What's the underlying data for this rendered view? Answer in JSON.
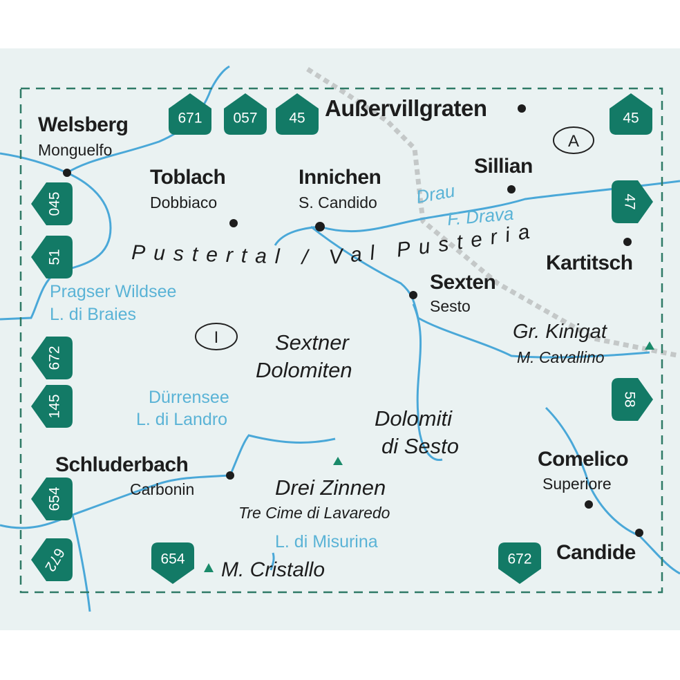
{
  "colors": {
    "map_background": "#eaf2f2",
    "river": "#4aa8d8",
    "shield": "#137a66",
    "border_dash": "#2e7a66",
    "state_border": "#c8cccc",
    "text": "#1d1d1d",
    "water_text": "#5ab3d6"
  },
  "shields": {
    "top": [
      "671",
      "057",
      "45"
    ],
    "top_right": "45",
    "left": [
      "045",
      "51",
      "672",
      "145",
      "654",
      "672"
    ],
    "right": [
      "47",
      "58"
    ],
    "bottom": [
      "654",
      "672"
    ]
  },
  "country_codes": {
    "austria": "A",
    "italy": "I"
  },
  "places": {
    "ausservillgraten": "Außervillgraten",
    "welsberg": "Welsberg",
    "monguelfo": "Monguelfo",
    "toblach": "Toblach",
    "dobbiaco": "Dobbiaco",
    "innichen": "Innichen",
    "s_candido": "S. Candido",
    "sillian": "Sillian",
    "kartitsch": "Kartitsch",
    "sexten": "Sexten",
    "sesto": "Sesto",
    "schluderbach": "Schluderbach",
    "carbonin": "Carbonin",
    "comelico": "Comelico",
    "superiore": "Superiore",
    "candide": "Candide"
  },
  "regions": {
    "valley": "Pustertal / Val Pusteria",
    "sextner_1": "Sextner",
    "sextner_2": "Dolomiten",
    "dolomiti_1": "Dolomiti",
    "dolomiti_2": "di Sesto"
  },
  "peaks": {
    "kinigat": "Gr. Kinigat",
    "cavallino": "M. Cavallino",
    "drei_zinnen": "Drei Zinnen",
    "tre_cime": "Tre Cime di Lavaredo",
    "cristallo": "M. Cristallo"
  },
  "water": {
    "drau": "Drau",
    "drava": "F. Drava",
    "pragser": "Pragser Wildsee",
    "braies": "L. di Braies",
    "duerrensee": "Dürrensee",
    "landro": "L. di Landro",
    "misurina": "L. di Misurina"
  }
}
